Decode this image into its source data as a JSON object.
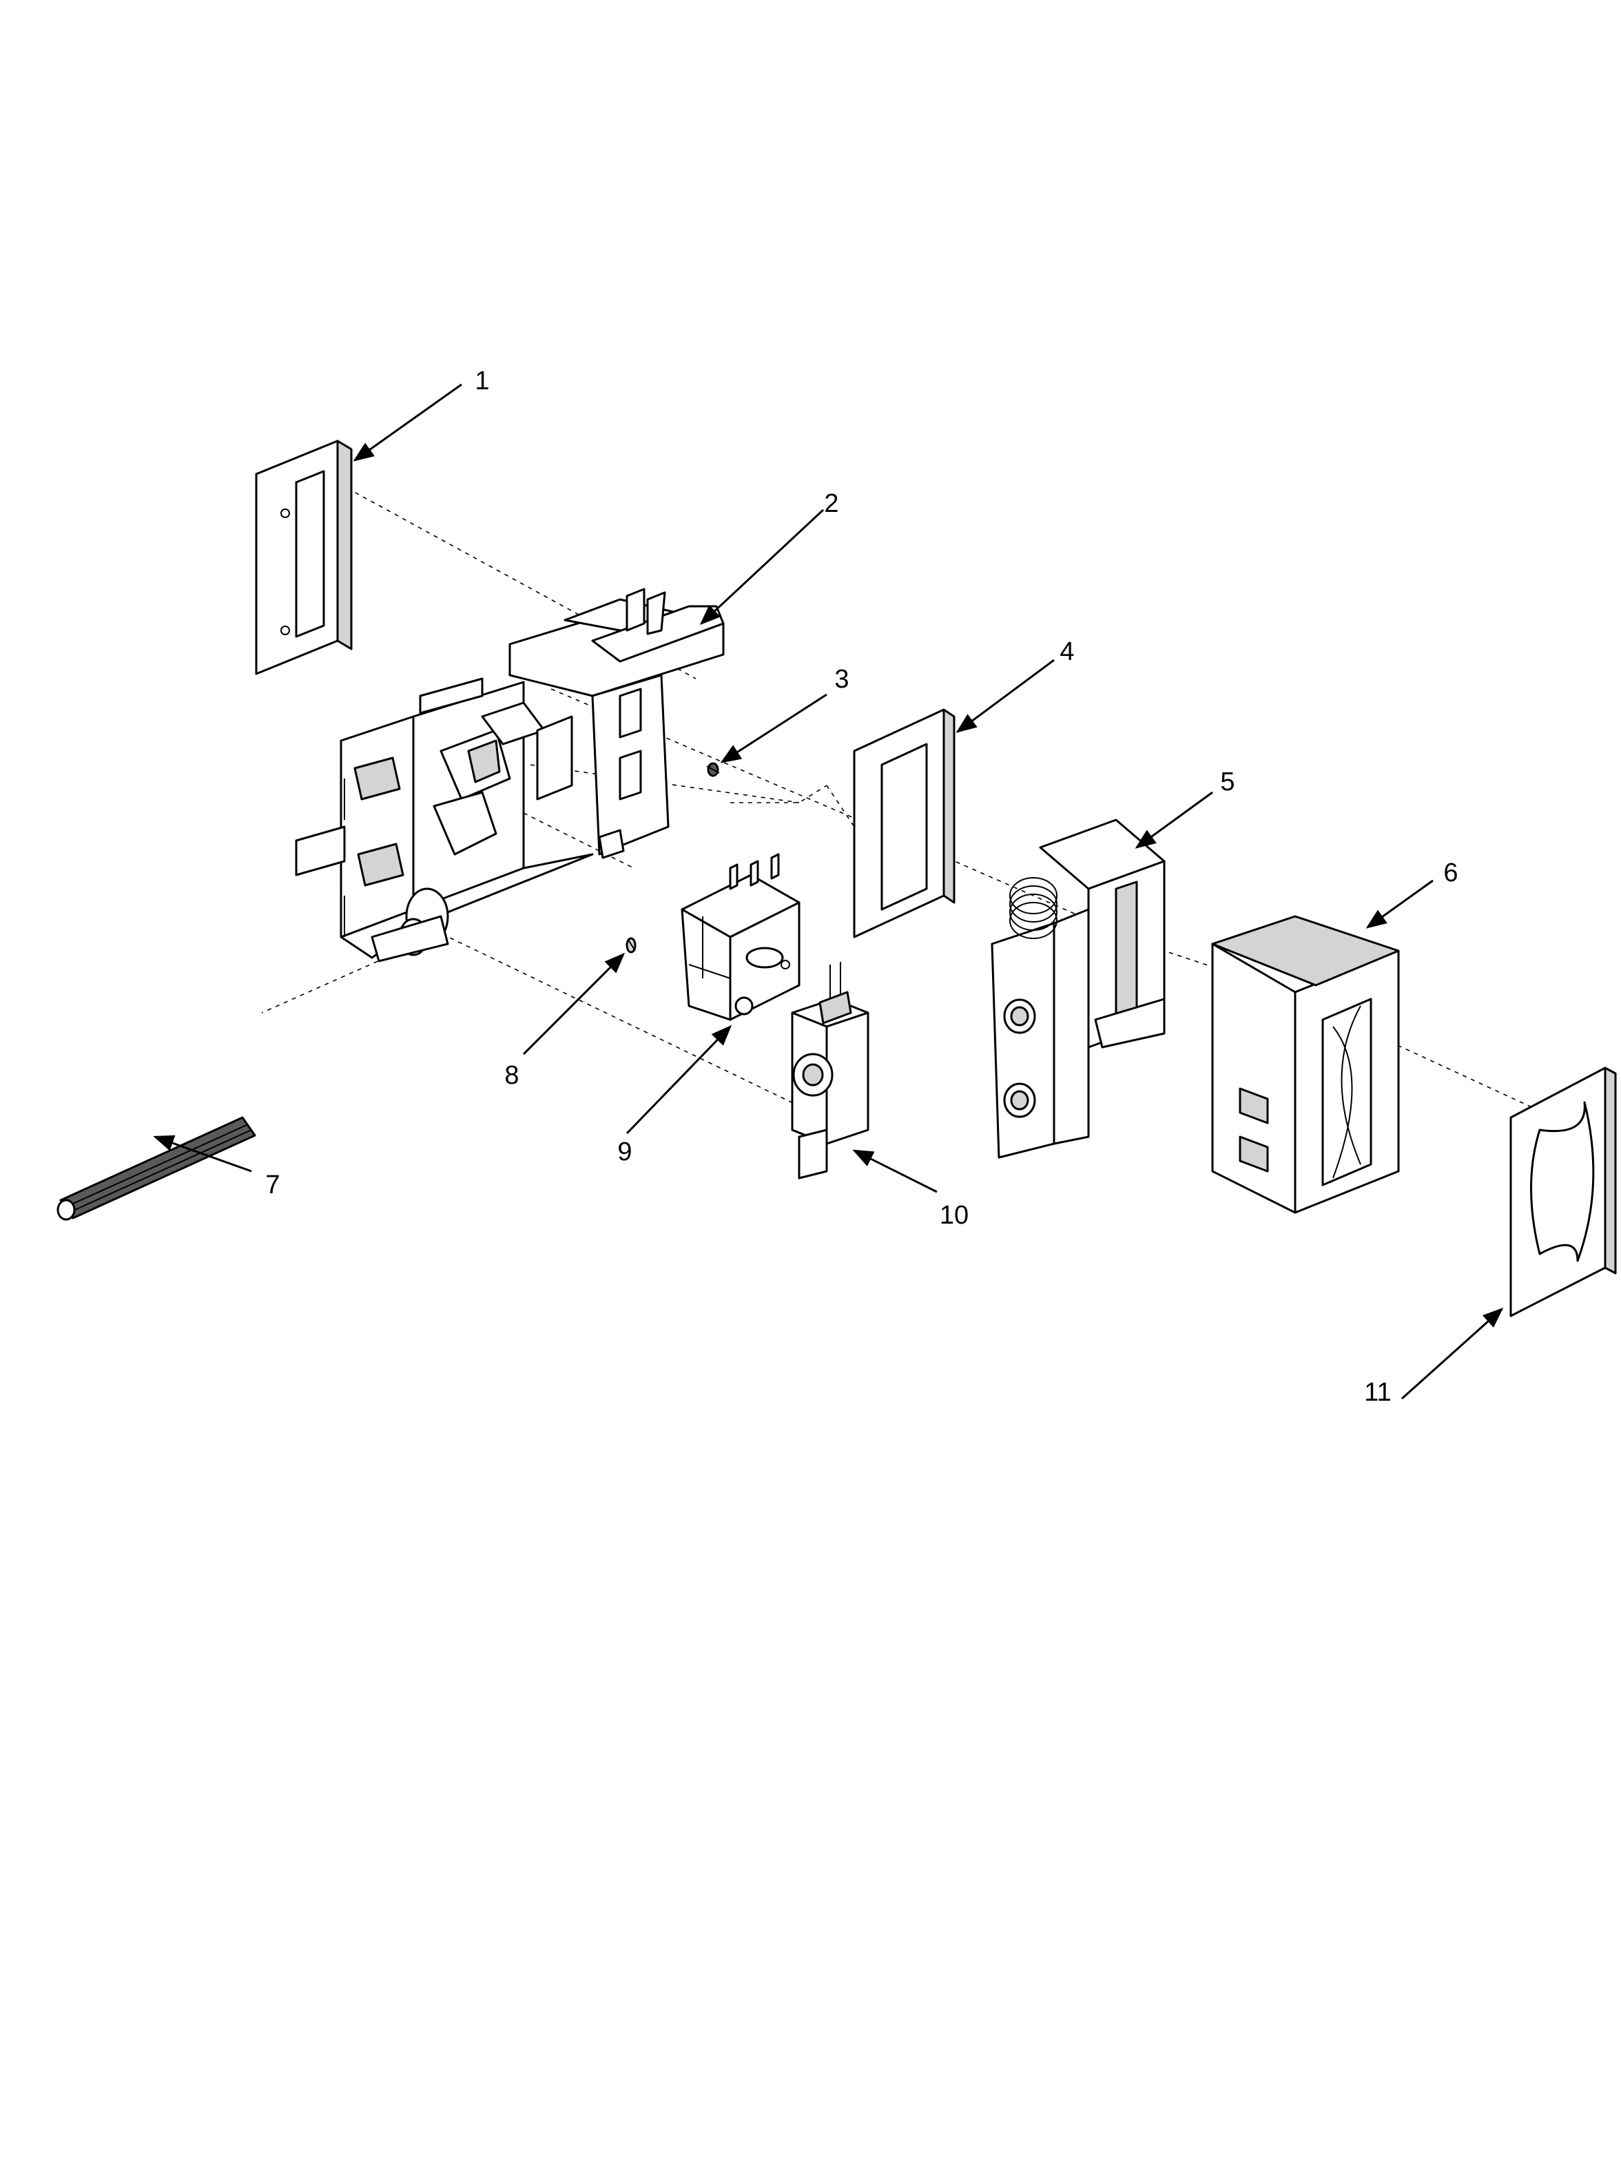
{
  "diagram": {
    "callouts": [
      {
        "id": "1",
        "label": "1"
      },
      {
        "id": "2",
        "label": "2"
      },
      {
        "id": "3",
        "label": "3"
      },
      {
        "id": "4",
        "label": "4"
      },
      {
        "id": "5",
        "label": "5"
      },
      {
        "id": "6",
        "label": "6"
      },
      {
        "id": "7",
        "label": "7"
      },
      {
        "id": "8",
        "label": "8"
      },
      {
        "id": "9",
        "label": "9"
      },
      {
        "id": "10",
        "label": "10"
      },
      {
        "id": "11",
        "label": "11"
      }
    ],
    "colors": {
      "line": "#000000",
      "shade": "#d4d4d4",
      "dark": "#5a5a5a",
      "background": "#ffffff"
    }
  }
}
